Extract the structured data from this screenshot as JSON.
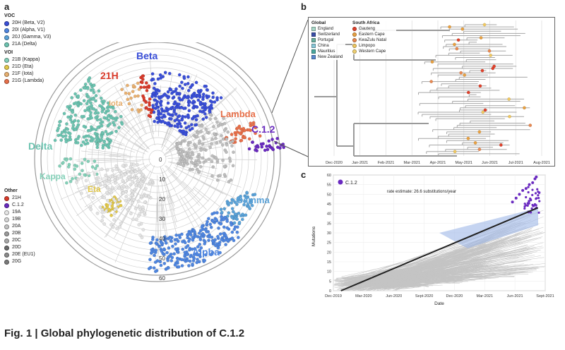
{
  "panels": {
    "a": "a",
    "b": "b",
    "c": "c"
  },
  "legend_a": {
    "voc_title": "VOC",
    "voc": [
      {
        "label": "20H (Beta, V2)",
        "color": "#3a4fd8"
      },
      {
        "label": "20I (Alpha, V1)",
        "color": "#4f86e0"
      },
      {
        "label": "20J (Gamma, V3)",
        "color": "#5aa2d8"
      },
      {
        "label": "21A (Delta)",
        "color": "#6cc3b0"
      }
    ],
    "voi_title": "VOI",
    "voi": [
      {
        "label": "21B (Kappa)",
        "color": "#84d0b8"
      },
      {
        "label": "21D (Eta)",
        "color": "#e2c84a"
      },
      {
        "label": "21F (Iota)",
        "color": "#e8b070"
      },
      {
        "label": "21G (Lambda)",
        "color": "#e8704a"
      }
    ],
    "other_title": "Other",
    "other": [
      {
        "label": "21H",
        "color": "#d83a2a"
      },
      {
        "label": "C.1.2",
        "color": "#6a2ac0"
      },
      {
        "label": "19A",
        "color": "#e6e6e6"
      },
      {
        "label": "19B",
        "color": "#d6d6d6"
      },
      {
        "label": "20A",
        "color": "#c4c4c4"
      },
      {
        "label": "20B",
        "color": "#9a9a9a"
      },
      {
        "label": "20C",
        "color": "#a8a8a8"
      },
      {
        "label": "20D",
        "color": "#6a6a6a"
      },
      {
        "label": "20E (EU1)",
        "color": "#8a8a8a"
      },
      {
        "label": "20G",
        "color": "#7a7a7a"
      }
    ]
  },
  "tree_labels": {
    "beta": "Beta",
    "h21": "21H",
    "iota": "Iota",
    "lambda": "Lambda",
    "c12": "C.1.2",
    "delta": "Delta",
    "kappa": "Kappa",
    "eta": "Eta",
    "gamma": "Gamma",
    "alpha": "Alpha"
  },
  "radial_ticks": [
    "0",
    "10",
    "20",
    "30",
    "40",
    "50",
    "60"
  ],
  "legend_b": {
    "global_title": "Global",
    "global": [
      {
        "label": "England",
        "color": "#a8d8c8"
      },
      {
        "label": "Switzerland",
        "color": "#3a4fa8"
      },
      {
        "label": "Portugal",
        "color": "#6ab0a0"
      },
      {
        "label": "China",
        "color": "#88c8d8"
      },
      {
        "label": "Mauritius",
        "color": "#4aa8a0"
      },
      {
        "label": "New Zealand",
        "color": "#5a88d0"
      }
    ],
    "sa_title": "South Africa",
    "sa": [
      {
        "label": "Gauteng",
        "color": "#e0402a"
      },
      {
        "label": "Eastern Cape",
        "color": "#e8a040"
      },
      {
        "label": "KwaZulu Natal",
        "color": "#e88850"
      },
      {
        "label": "Limpopo",
        "color": "#f0c860"
      },
      {
        "label": "Western Cape",
        "color": "#f0d070"
      }
    ]
  },
  "b_axis": [
    "Dec-2020",
    "Jan-2021",
    "Feb-2021",
    "Mar-2021",
    "Apr-2021",
    "May-2021",
    "Jun-2021",
    "Jul-2021",
    "Aug-2021"
  ],
  "panel_c": {
    "legend_label": "C.1.2",
    "rate_text": "rate estimate: 26.6 substitutions/year",
    "ylabel": "Mutations",
    "xlabel": "Date"
  },
  "chart_data": {
    "type": "scatter",
    "title": "",
    "xlabel": "Date",
    "ylabel": "Mutations",
    "x_ticks": [
      "Dec-2019",
      "Mar-2020",
      "Jun-2020",
      "Sept-2020",
      "Dec-2020",
      "Mar-2021",
      "Jun-2021",
      "Sept-2021"
    ],
    "y_ticks": [
      0,
      5,
      10,
      15,
      20,
      25,
      30,
      35,
      40,
      45,
      50,
      55,
      60
    ],
    "ylim": [
      0,
      60
    ],
    "series": [
      {
        "name": "C.1.2",
        "color": "#6a2ac0",
        "x": [
          "2021-05-25",
          "2021-06-05",
          "2021-06-15",
          "2021-06-25",
          "2021-07-05",
          "2021-07-15",
          "2021-07-25",
          "2021-08-01",
          "2021-08-05"
        ],
        "y": [
          46,
          48,
          50,
          52,
          53,
          55,
          56,
          58,
          59
        ]
      }
    ],
    "regression": {
      "x": [
        "2019-12-24",
        "2021-08-10"
      ],
      "y": [
        0,
        43
      ]
    }
  },
  "caption": "Fig. 1 | Global phylogenetic distribution of C.1.2"
}
